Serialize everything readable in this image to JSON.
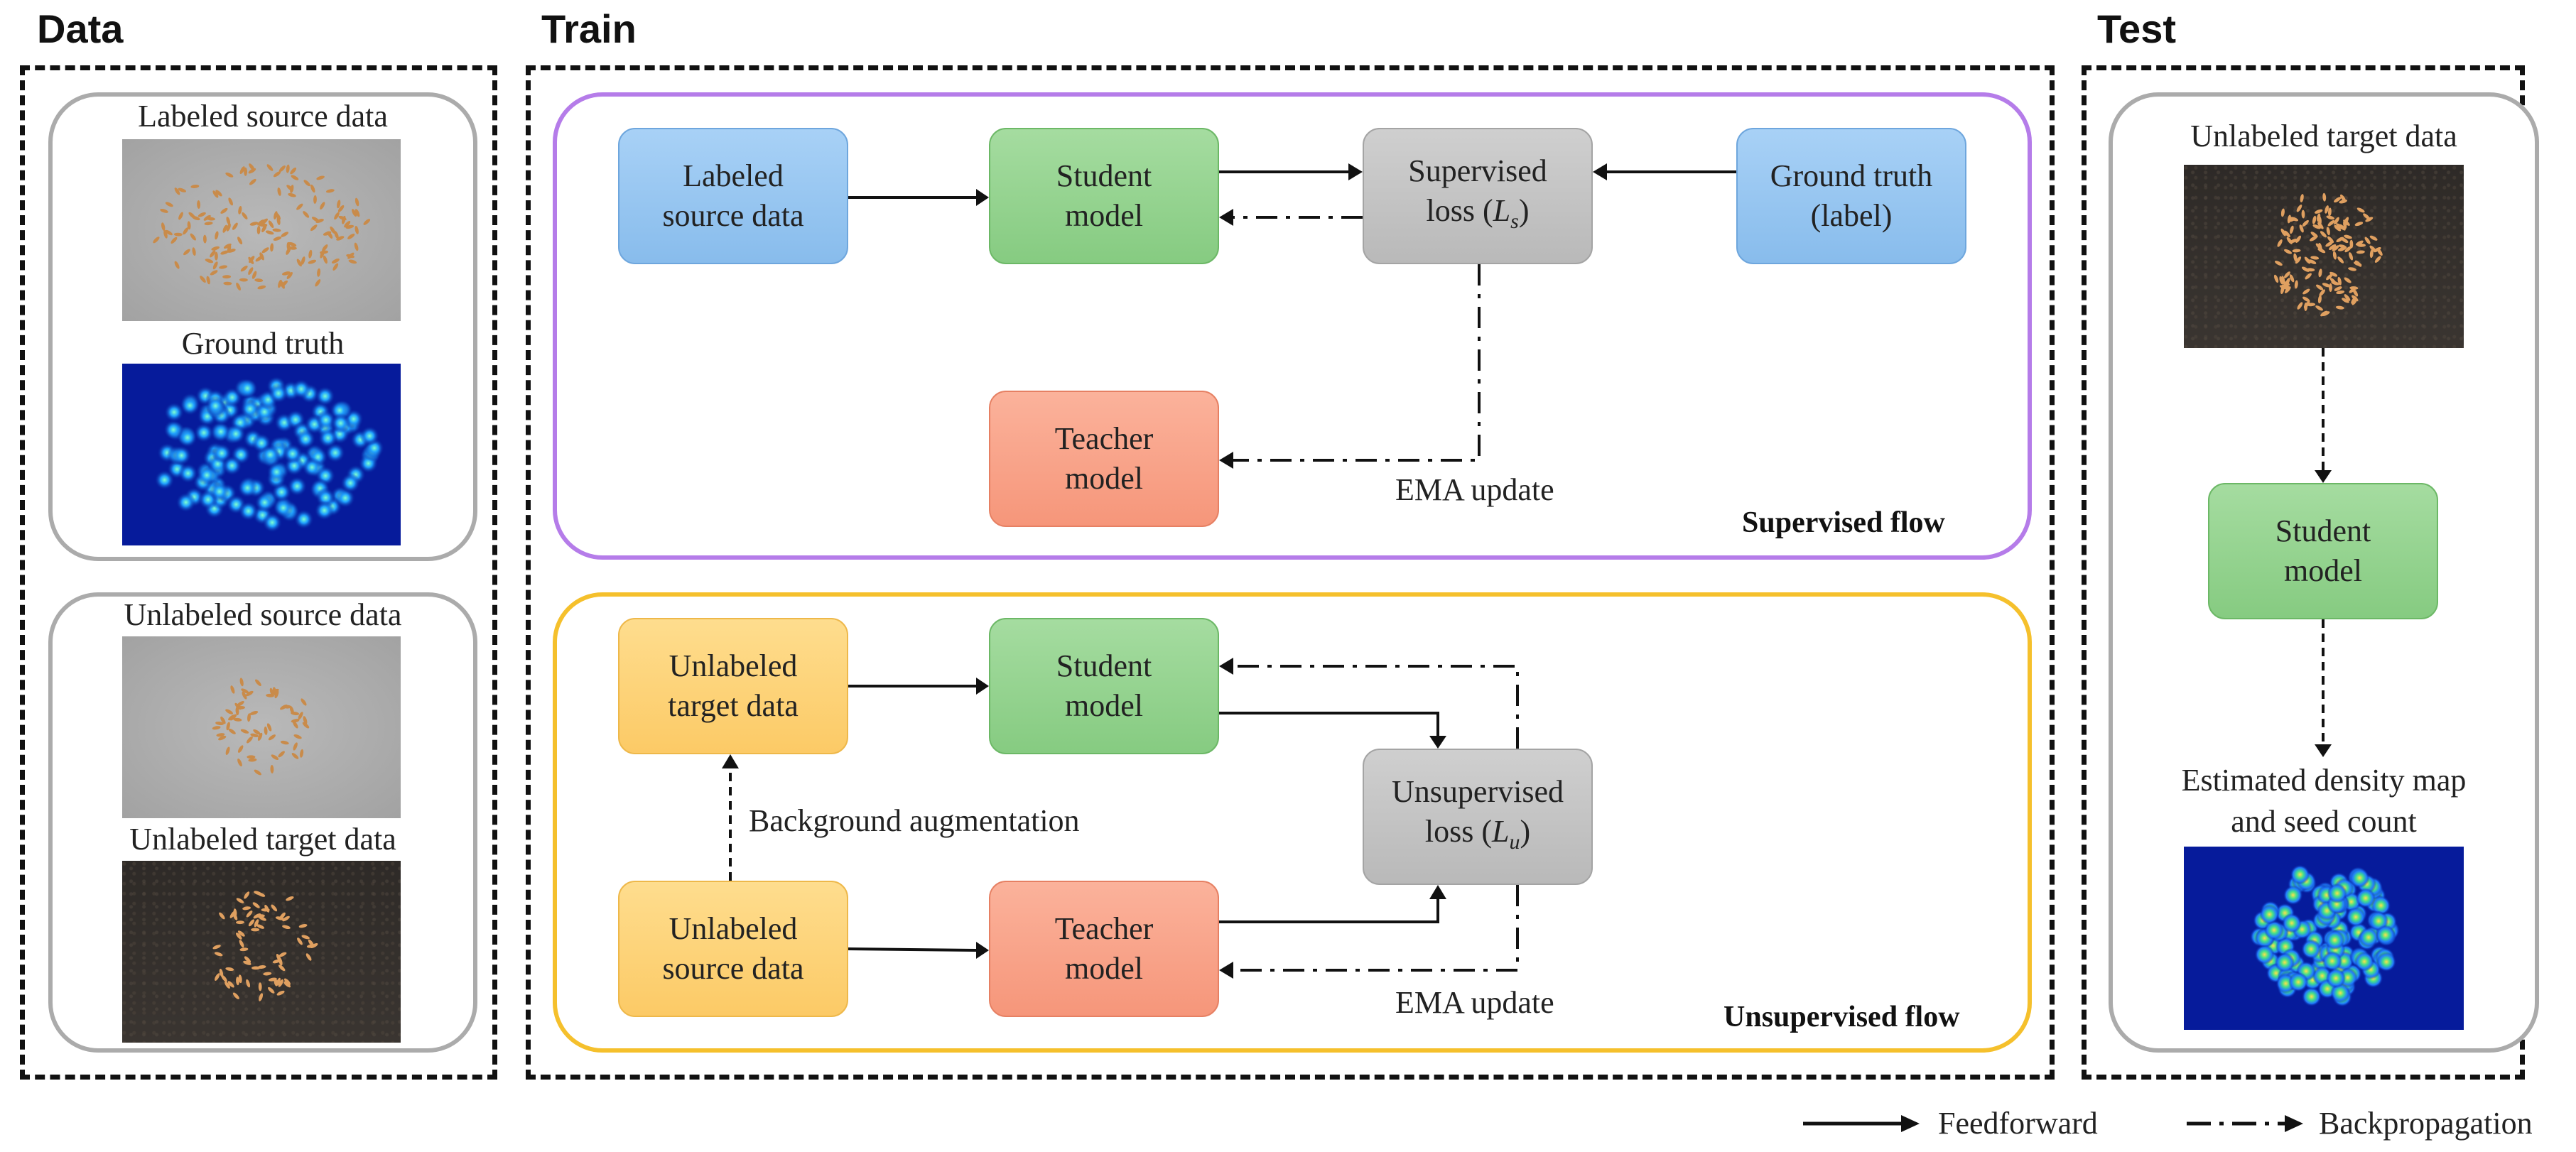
{
  "sections": {
    "data": "Data",
    "train": "Train",
    "test": "Test"
  },
  "data_panel": {
    "labeled_source": "Labeled source data",
    "ground_truth": "Ground truth",
    "unlabeled_source": "Unlabeled source data",
    "unlabeled_target": "Unlabeled target data"
  },
  "supervised": {
    "labeled_source": [
      "Labeled",
      "source data"
    ],
    "student": [
      "Student",
      "model"
    ],
    "loss": [
      "Supervised",
      "loss (",
      "L",
      "s",
      ")"
    ],
    "ground_truth": [
      "Ground truth",
      "(label)"
    ],
    "teacher": [
      "Teacher",
      "model"
    ],
    "ema": "EMA update",
    "flow_name": "Supervised flow",
    "border_color": "#b57ce9"
  },
  "unsupervised": {
    "unlabeled_target": [
      "Unlabeled",
      "target data"
    ],
    "student": [
      "Student",
      "model"
    ],
    "loss": [
      "Unsupervised",
      "loss (",
      "L",
      "u",
      ")"
    ],
    "bg_aug": "Background augmentation",
    "unlabeled_source": [
      "Unlabeled",
      "source data"
    ],
    "teacher": [
      "Teacher",
      "model"
    ],
    "ema": "EMA update",
    "flow_name": "Unsupervised flow",
    "border_color": "#f5c02c"
  },
  "test_panel": {
    "unlabeled_target": "Unlabeled target data",
    "student": [
      "Student",
      "model"
    ],
    "estimated": [
      "Estimated density map",
      "and seed count"
    ]
  },
  "legend": {
    "feedforward": "Feedforward",
    "backpropagation": "Backpropagation"
  }
}
